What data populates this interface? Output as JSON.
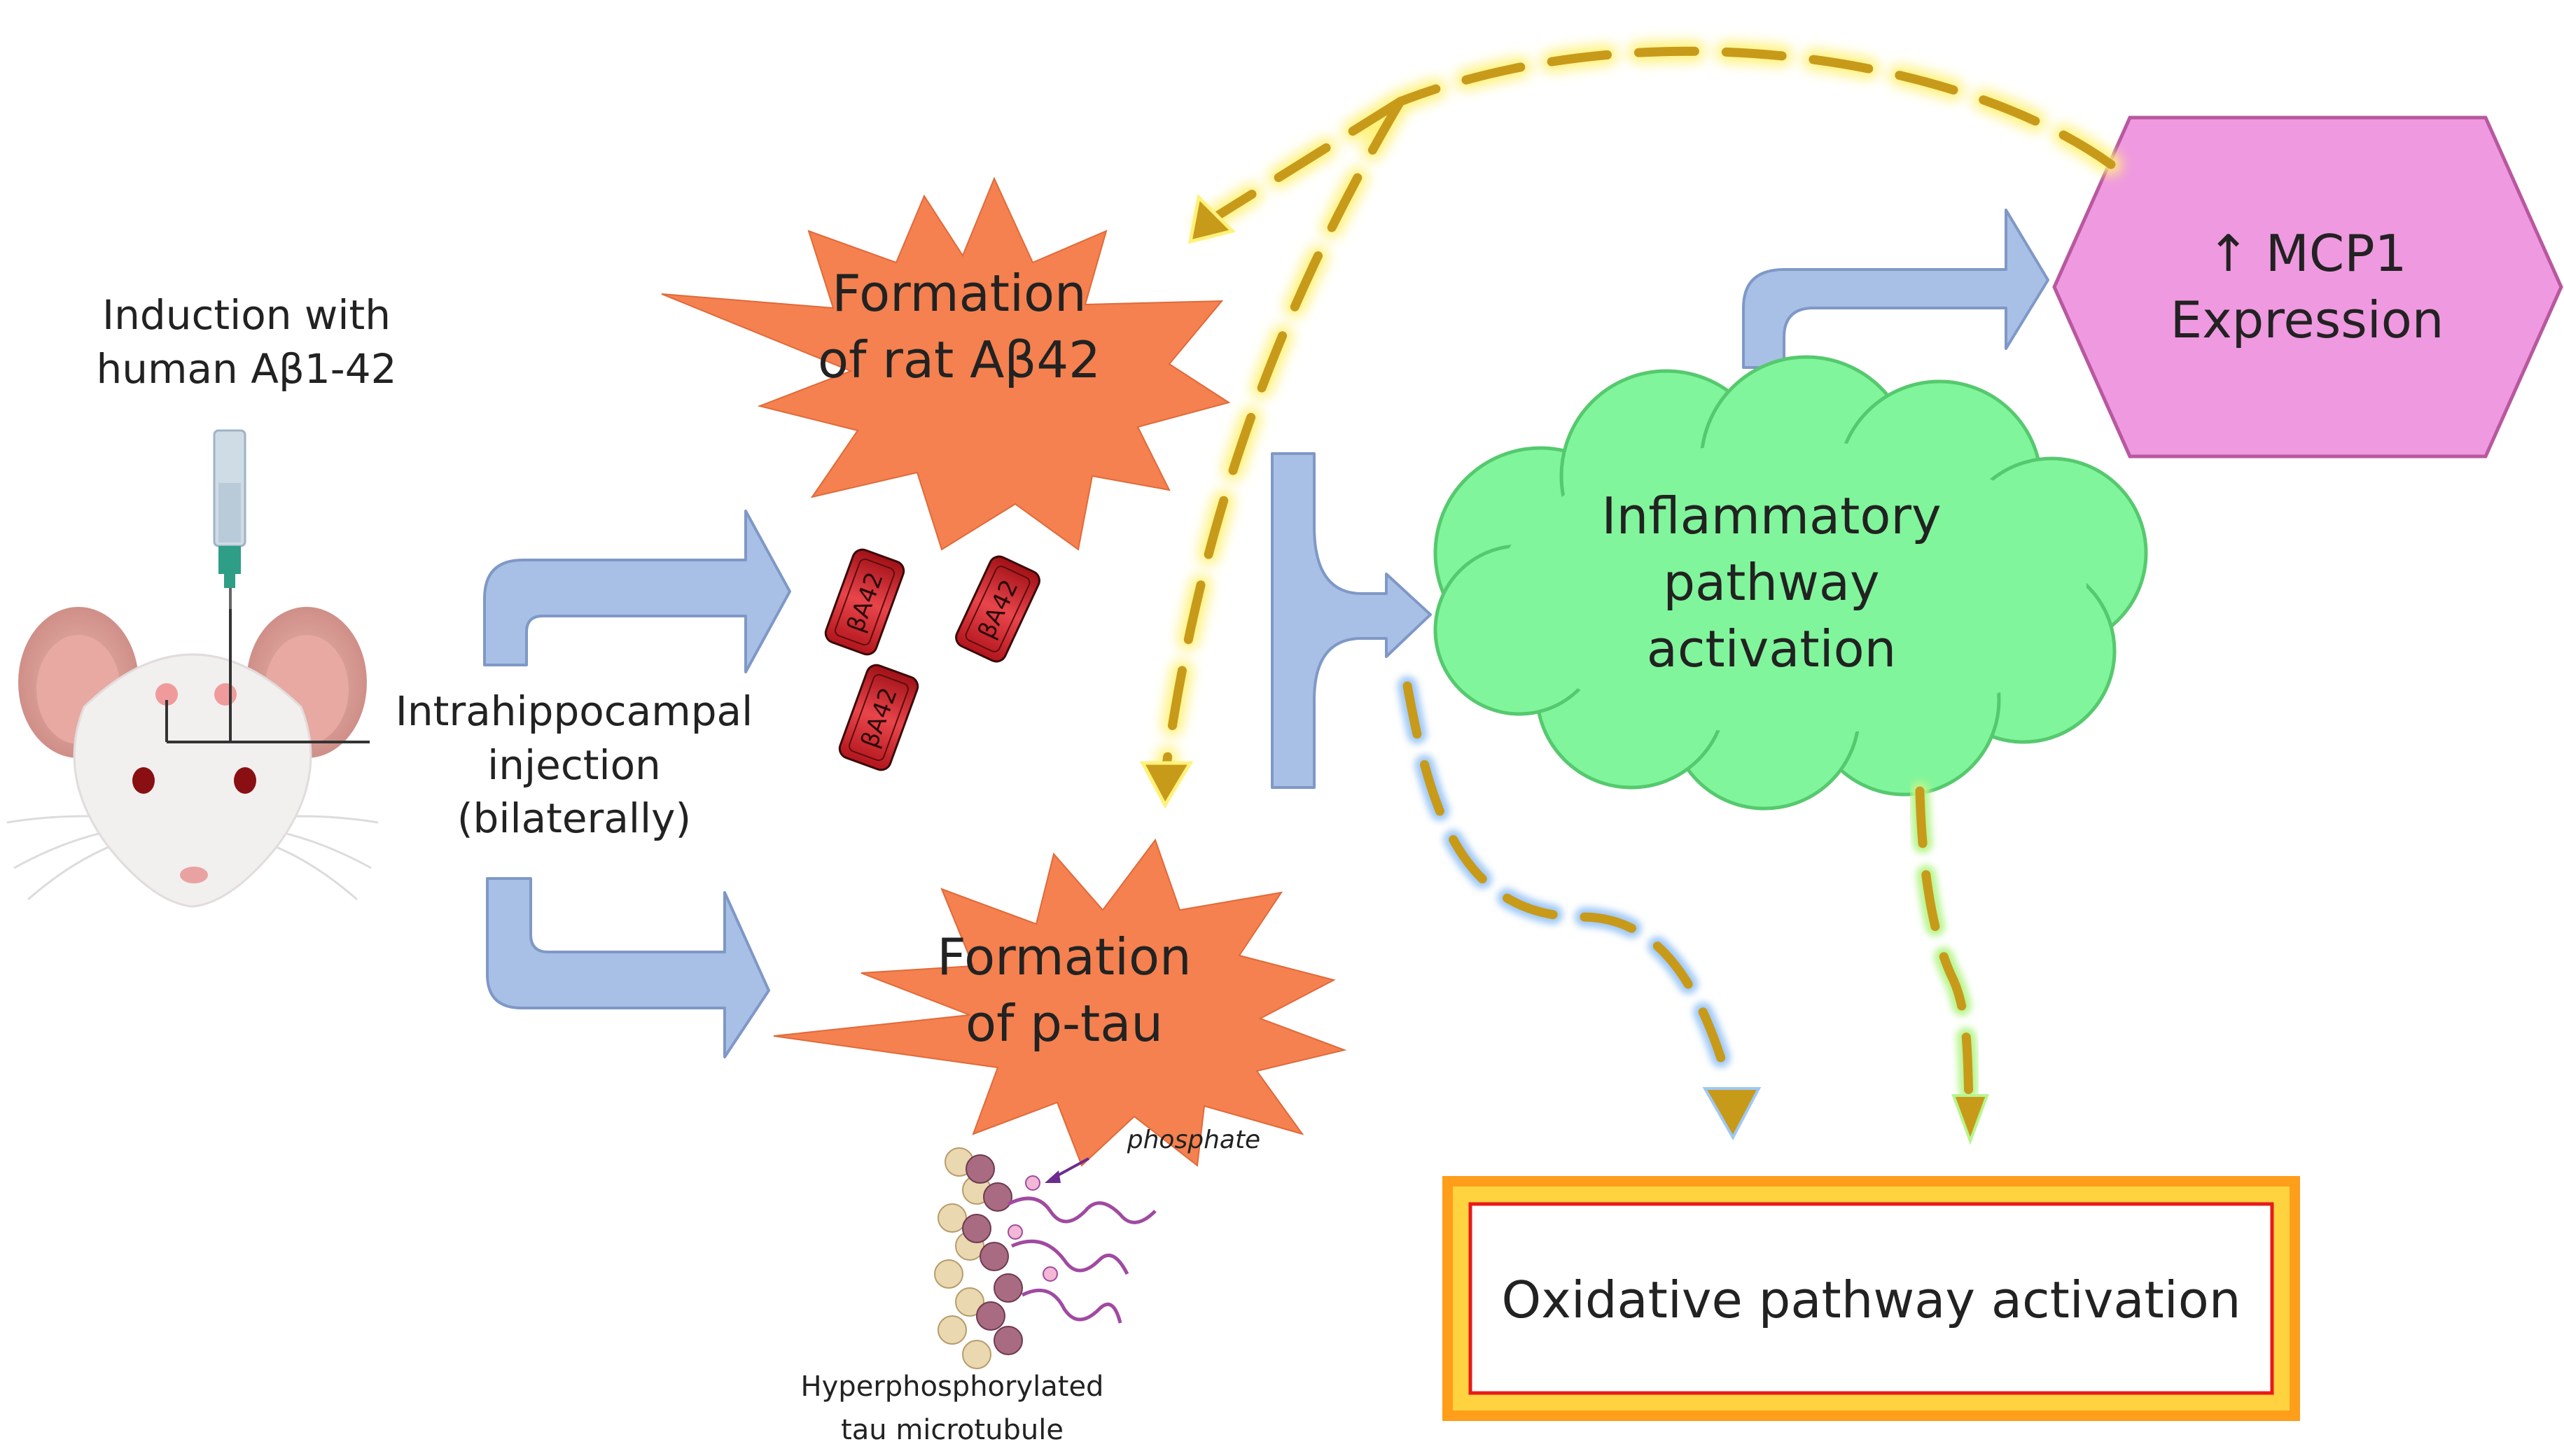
{
  "induction": {
    "line1": "Induction with",
    "line2": "human Aβ1-42"
  },
  "injection": {
    "line1": "Intrahippocampal",
    "line2": "injection",
    "line3": "(bilaterally)"
  },
  "rat_abeta": {
    "line1": "Formation",
    "line2": "of rat Aβ42"
  },
  "ptau": {
    "line1": "Formation",
    "line2": "of p-tau"
  },
  "inflammatory": {
    "line1": "Inflammatory",
    "line2": "pathway",
    "line3": "activation"
  },
  "mcp1": {
    "line1": "↑ MCP1",
    "line2": "Expression"
  },
  "oxidative": {
    "label": "Oxidative pathway activation"
  },
  "tau_figure": {
    "phosphate": "phosphate",
    "caption1": "Hyperphosphorylated",
    "caption2": "tau microtubule"
  },
  "pill_label": "βA42",
  "colors": {
    "starburst": "#f4814f",
    "cloud": "#80f59b",
    "hexagon": "#ef99e0",
    "block_arrow": "#a9c0e6",
    "dashed_arrow": "#c89a1a",
    "glow_yellow": "#fff27a",
    "oxidative_border_outer": "#ff9e1a",
    "oxidative_border_inner": "#ffd23f"
  }
}
